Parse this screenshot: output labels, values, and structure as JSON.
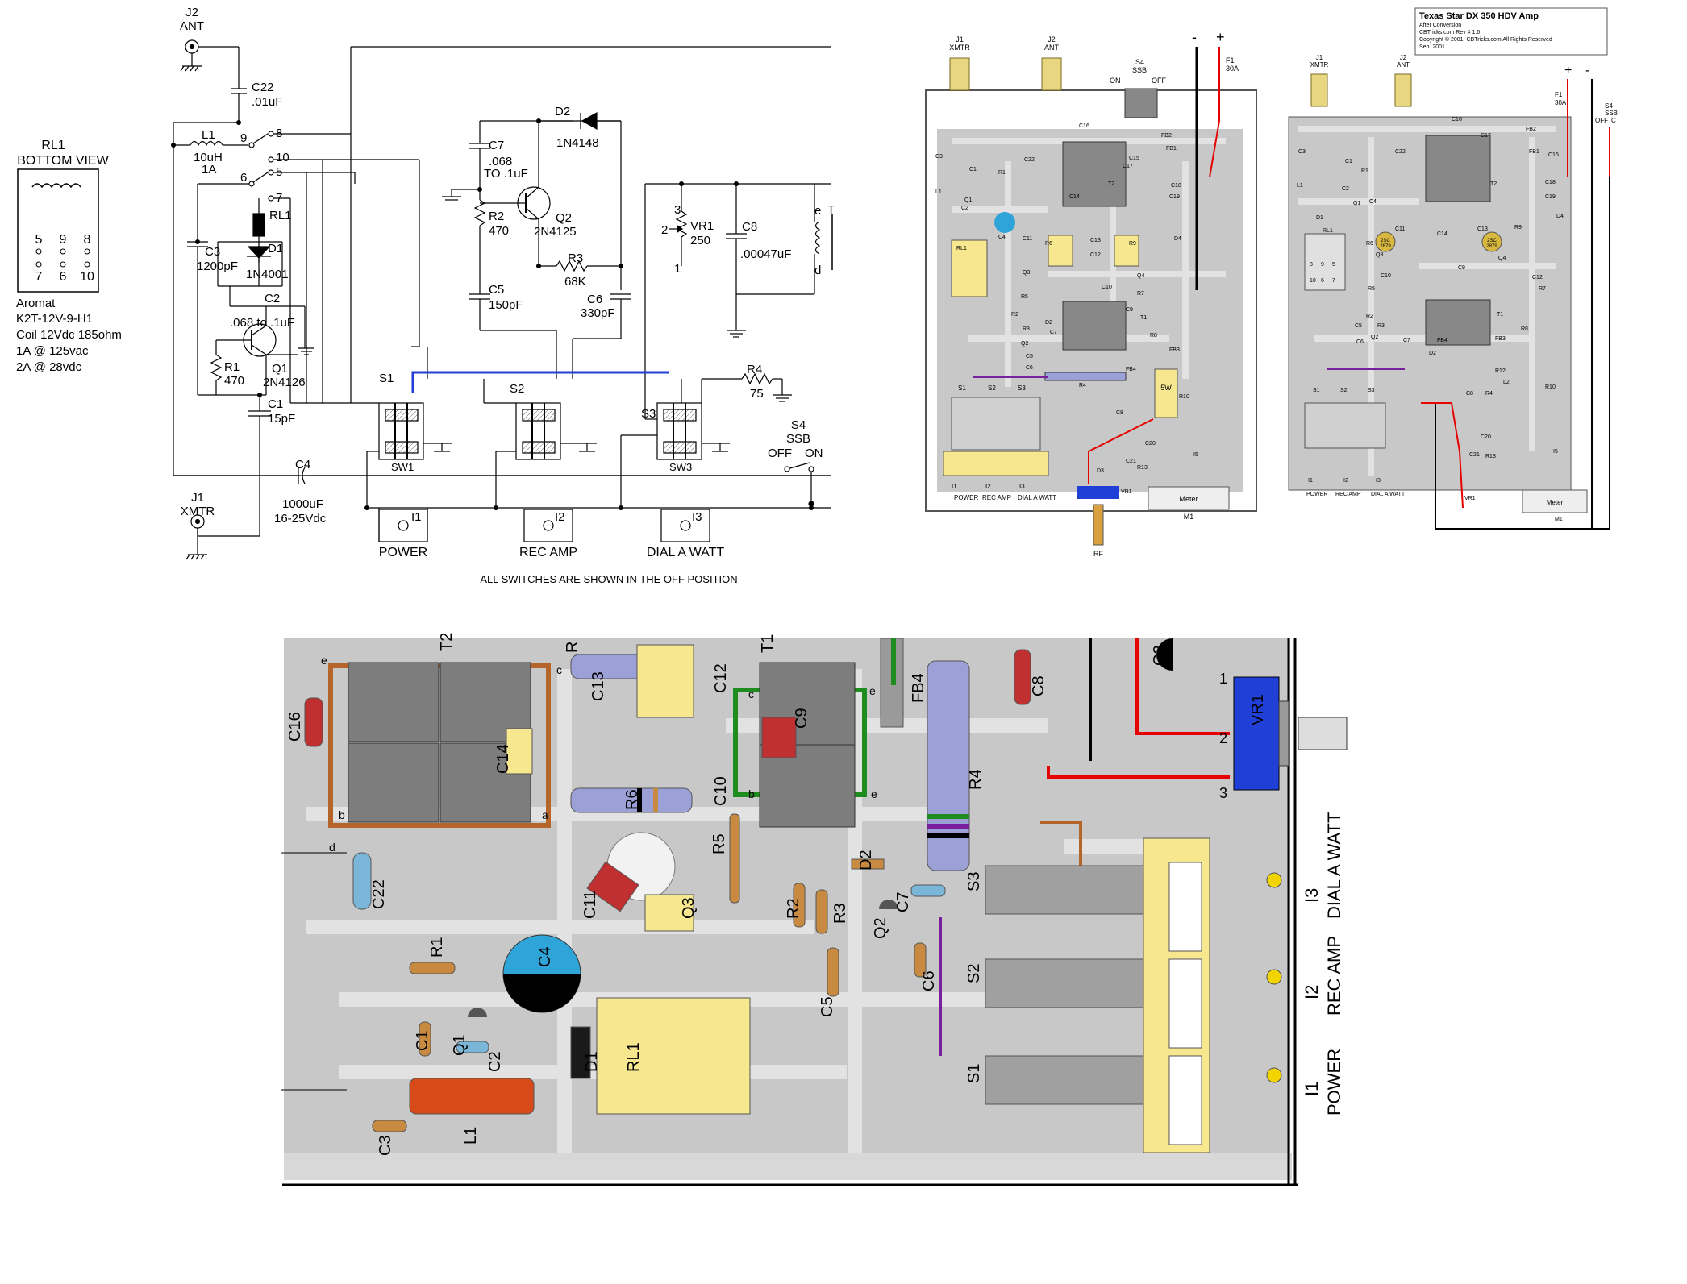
{
  "relay_view": {
    "heading": [
      "RL1",
      "BOTTOM VIEW"
    ],
    "pins_top": [
      "5",
      "9",
      "8"
    ],
    "pins_bottom": [
      "7",
      "6",
      "10"
    ],
    "spec": [
      "Aromat",
      "K2T-12V-9-H1",
      "Coil 12Vdc  185ohm",
      "1A @ 125vac",
      "2A @ 28vdc"
    ]
  },
  "schematic": {
    "j2": [
      "J2",
      "ANT"
    ],
    "j1": [
      "J1",
      "XMTR"
    ],
    "c22": [
      "C22",
      ".01uF"
    ],
    "l1": [
      "L1",
      "10uH",
      "1A"
    ],
    "rl1": "RL1",
    "d1": [
      "D1",
      "1N4001"
    ],
    "c3": [
      "C3",
      "1200pF"
    ],
    "c2": [
      "C2",
      ".068 to .1uF"
    ],
    "r1": [
      "R1",
      "470"
    ],
    "q1": [
      "Q1",
      "2N4126"
    ],
    "c1": [
      "C1",
      "15pF"
    ],
    "c4": [
      "C4",
      "1000uF",
      "16-25Vdc"
    ],
    "c7": [
      "C7",
      ".068",
      "TO .1uF"
    ],
    "r2": [
      "R2",
      "470"
    ],
    "q2": [
      "Q2",
      "2N4125"
    ],
    "d2": [
      "D2",
      "1N4148"
    ],
    "r3": [
      "R3",
      "68K"
    ],
    "c5": [
      "C5",
      "150pF"
    ],
    "c6": [
      "C6",
      "330pF"
    ],
    "vr1": [
      "VR1",
      "250"
    ],
    "vr1_pins": [
      "3",
      "2",
      "1"
    ],
    "c8": [
      "C8",
      ".00047uF"
    ],
    "t1": "T",
    "t1_pins": [
      "e",
      "d"
    ],
    "r4": [
      "R4",
      "75"
    ],
    "s4": [
      "S4",
      "SSB"
    ],
    "s4_states": [
      "OFF",
      "ON"
    ],
    "switch_labels": [
      "S1",
      "S2",
      "S3"
    ],
    "switch_bodies": [
      "SW1",
      "SW3"
    ],
    "relay_pins": [
      "9",
      "8",
      "10",
      "6",
      "5",
      "7"
    ],
    "lamps": [
      "I1",
      "I2",
      "I3"
    ],
    "lamp_names": [
      "POWER",
      "REC AMP",
      "DIAL A WATT"
    ],
    "note": "ALL SWITCHES ARE SHOWN IN THE OFF POSITION",
    "colors": {
      "ink": "#000000",
      "link": "#1f3fd6"
    }
  },
  "board_left": {
    "connectors": [
      [
        "J2",
        "ANT"
      ],
      [
        "J1",
        "XMTR"
      ]
    ],
    "s4": [
      "S4",
      "SSB"
    ],
    "s4_states": [
      "ON",
      "OFF"
    ],
    "f1": [
      "F1",
      "30A"
    ],
    "polarity": [
      "-",
      "+"
    ],
    "parts": [
      "C16",
      "C22",
      "C17",
      "FB2",
      "C15",
      "FB1",
      "C3",
      "C1",
      "R1",
      "L1",
      "Q1",
      "C2",
      "C4",
      "C14",
      "T2",
      "C18",
      "D4",
      "C19",
      "RL1",
      "C11",
      "R6",
      "C13",
      "R9",
      "Q3",
      "C12",
      "Q4",
      "R5",
      "C10",
      "R7",
      "C9",
      "T1",
      "R8",
      "R2",
      "R3",
      "D2",
      "C7",
      "Q2",
      "C6",
      "C5",
      "FB3",
      "FB4",
      "R4",
      "R10",
      "C8",
      "C20",
      "C21",
      "R13",
      "D3",
      "I5",
      "VR1",
      "M1"
    ],
    "switches": [
      "S1",
      "S2",
      "S3"
    ],
    "lamps": [
      "I1",
      "I2",
      "I3"
    ],
    "lamp_names": [
      "POWER",
      "REC AMP",
      "DIAL A WATT"
    ],
    "meter": "Meter",
    "rf": "RF",
    "r10_value": "5W"
  },
  "board_right": {
    "title": "Texas Star DX 350 HDV Amp",
    "subtitle": [
      "After Conversion",
      "CBTricks.com Rev # 1.6",
      "Copyright © 2001, CBTricks.com All Rights Reserved",
      "Sep. 2001"
    ],
    "connectors": [
      [
        "J1",
        "XMTR"
      ],
      [
        "J2",
        "ANT"
      ]
    ],
    "polarity": [
      "+",
      "-"
    ],
    "f1": [
      "F1",
      "30A"
    ],
    "s4": [
      "S4",
      "SSB"
    ],
    "s4_states": [
      "OFF",
      "C"
    ],
    "parts": [
      "C16",
      "C17",
      "FB2",
      "C15",
      "FB1",
      "C3",
      "C22",
      "C1",
      "R1",
      "L1",
      "C2",
      "Q1",
      "C4",
      "C18",
      "C19",
      "T2",
      "D4",
      "D1",
      "RL1",
      "C11",
      "Q3",
      "C13",
      "Q4",
      "R6",
      "R9",
      "C14",
      "C10",
      "C9",
      "C12",
      "R5",
      "R7",
      "T1",
      "R8",
      "R2",
      "R3",
      "C5",
      "Q2",
      "C6",
      "C7",
      "D2",
      "FB4",
      "FB3",
      "R12",
      "L2",
      "R10",
      "R4",
      "C8",
      "C20",
      "C21",
      "R13",
      "I5",
      "VR1",
      "M1"
    ],
    "transistor_type": [
      "2SC",
      "2879"
    ],
    "relay_pins": [
      "10",
      "6",
      "7",
      "8",
      "9",
      "5"
    ],
    "switches": [
      "S1",
      "S2",
      "S3"
    ],
    "lamps": [
      "I1",
      "I2",
      "I3"
    ],
    "lamp_names": [
      "POWER",
      "REC AMP",
      "DIAL A WATT"
    ],
    "meter": "Meter"
  },
  "board_zoom": {
    "parts": [
      "C16",
      "T2",
      "C14",
      "R",
      "C13",
      "C12",
      "T1",
      "C9",
      "FB4",
      "C10",
      "R6",
      "C11",
      "Q3",
      "R5",
      "C22",
      "R4",
      "C8",
      "C2",
      "VR1",
      "D2",
      "R2",
      "R3",
      "C7",
      "Q2",
      "C6",
      "C5",
      "C4",
      "R1",
      "Q1",
      "C1",
      "C2",
      "D1",
      "RL1",
      "L1",
      "C3",
      "S3",
      "S2",
      "S1"
    ],
    "pad_letters": [
      "e",
      "c",
      "b",
      "a",
      "d",
      "e",
      "c",
      "b",
      "e"
    ],
    "vr1_pins": [
      "1",
      "2",
      "3"
    ],
    "lamps": [
      "I3",
      "I2",
      "I1"
    ],
    "lamp_names": [
      "DIAL A WATT",
      "REC AMP",
      "POWER"
    ],
    "colors": {
      "board": "#c8c8c8",
      "trace": "#e2e2e2",
      "red_wire": "#e60000",
      "green_wire": "#1e8c1e",
      "purple_wire": "#7a1f9c",
      "blue_pot": "#1f3fd6",
      "cream": "#f7e88f"
    }
  }
}
